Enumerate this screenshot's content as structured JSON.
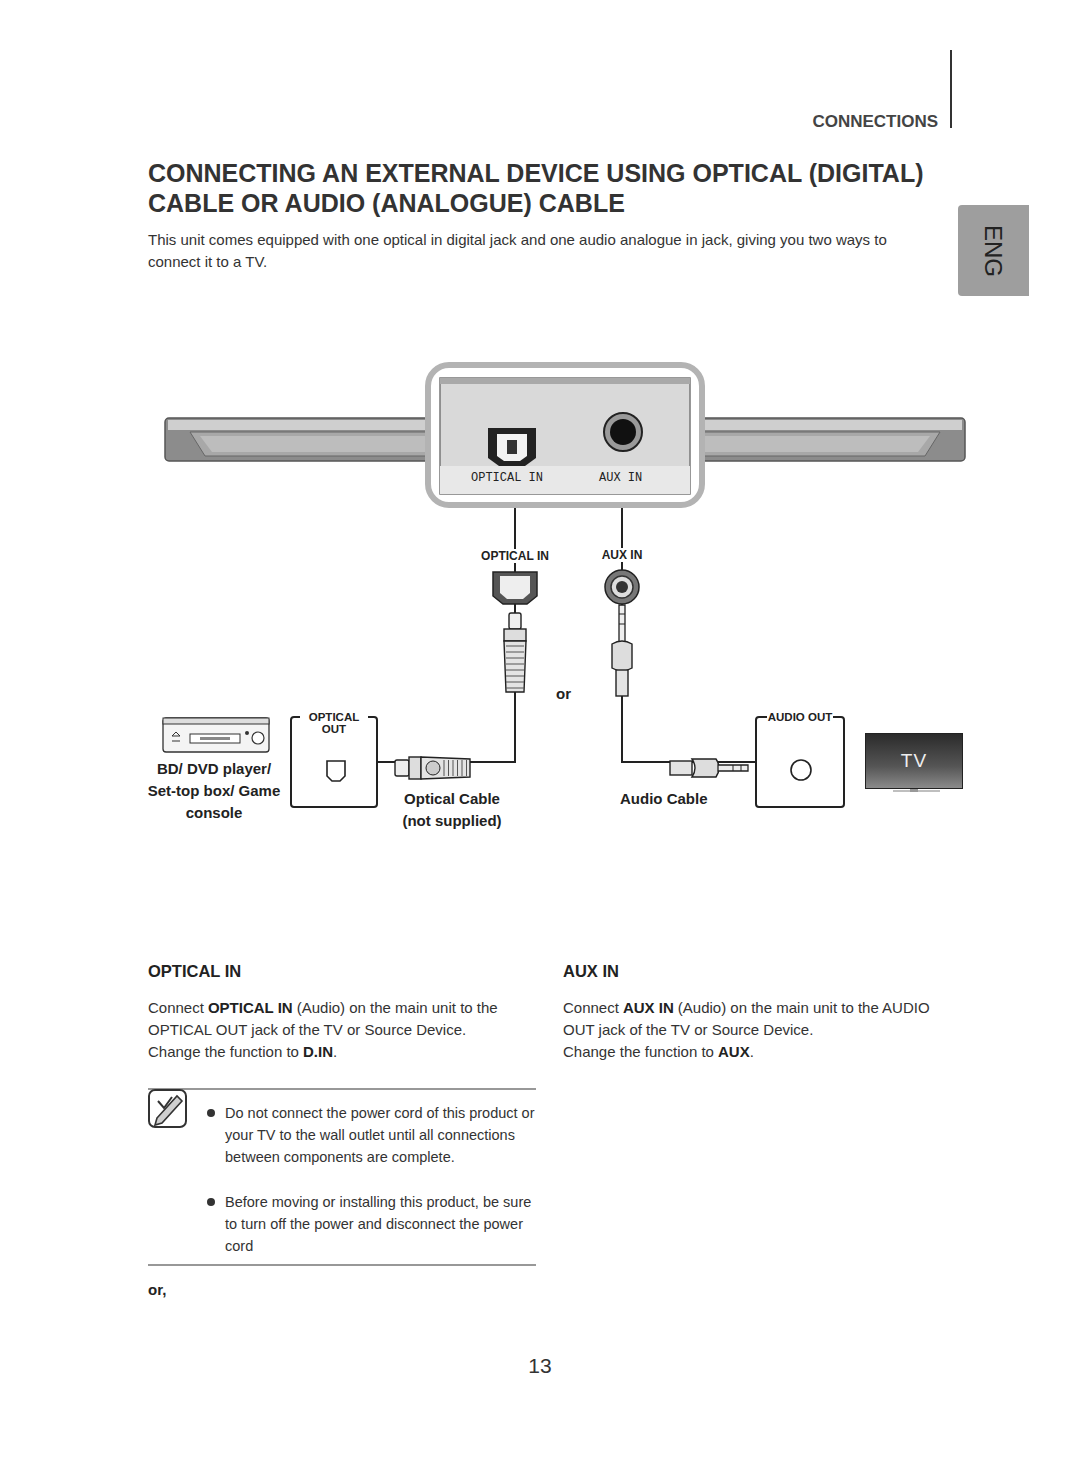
{
  "diagram": {
    "title": "CONNECTING AN EXTERNAL DEVICE USING OPTICAL (DIGITAL) CABLE OR AUDIO (ANALOGUE) CABLE",
    "nodes": [
      {
        "text": [
          "ENG"
        ]
      },
      {
        "text": [
          "OPTICAL IN",
          "AUX IN"
        ]
      },
      {
        "text": [
          "BD/ DVD player/ Set-top box/ Game console"
        ]
      },
      {
        "text": [
          "OPTICAL OUT"
        ]
      },
      {
        "text": [
          "AUDIO OUT"
        ]
      },
      {
        "text": [
          "TV"
        ]
      }
    ],
    "edges": [
      {
        "from": 3,
        "to": 1,
        "arrow": "none"
      },
      {
        "from": 4,
        "to": 1,
        "arrow": "none"
      }
    ],
    "labels": [
      "CONNECTIONS",
      "This unit comes equipped with one optical in digital jack and one audio analogue in jack, giving you two ways to connect it to a TV.",
      "OPTICAL IN",
      "AUX IN",
      "or",
      "Optical Cable (not supplied)",
      "Audio Cable",
      "OPTICAL IN",
      "Connect",
      "OPTICAL IN",
      "(Audio) on the main unit to the OPTICAL OUT jack of the TV or Source Device.",
      "Change the function to",
      "D.IN",
      ".",
      "AUX IN",
      "Connect",
      "AUX IN",
      "(Audio) on the main unit to the AUDIO OUT jack of the TV or Source Device.",
      "Change the function to",
      "AUX",
      ".",
      "Do not connect the power cord of this product or your TV to the wall outlet until all connections between components are complete.",
      "Before moving or installing this product, be sure to turn off the power and disconnect the power cord",
      "or,",
      "13"
    ]
  }
}
